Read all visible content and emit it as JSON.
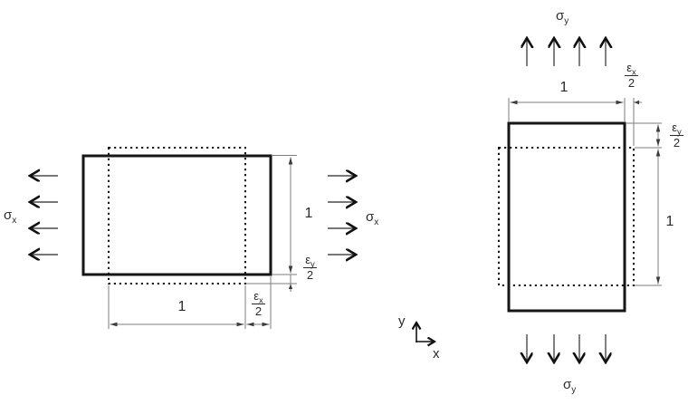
{
  "left_figure": {
    "sigma_left": {
      "base": "σ",
      "sub": "x"
    },
    "sigma_right": {
      "base": "σ",
      "sub": "x"
    },
    "width_dim": "1",
    "height_dim": "1",
    "strain_x": {
      "num_base": "ε",
      "num_sub": "x",
      "den": "2"
    },
    "strain_y": {
      "num_base": "ε",
      "num_sub": "y",
      "den": "2"
    }
  },
  "right_figure": {
    "sigma_top": {
      "base": "σ",
      "sub": "y"
    },
    "sigma_bottom": {
      "base": "σ",
      "sub": "y"
    },
    "width_dim": "1",
    "height_dim": "1",
    "strain_x": {
      "num_base": "ε",
      "num_sub": "x",
      "den": "2"
    },
    "strain_y": {
      "num_base": "ε",
      "num_sub": "y",
      "den": "2"
    }
  },
  "axes": {
    "x": "x",
    "y": "y"
  },
  "colors": {
    "outline": "#161616",
    "dim_line": "#7d7d7d",
    "arrow_shaft": "#4a4a4a",
    "arrow_head": "#111111",
    "text": "#2b2b2b",
    "background": "#ffffff"
  }
}
